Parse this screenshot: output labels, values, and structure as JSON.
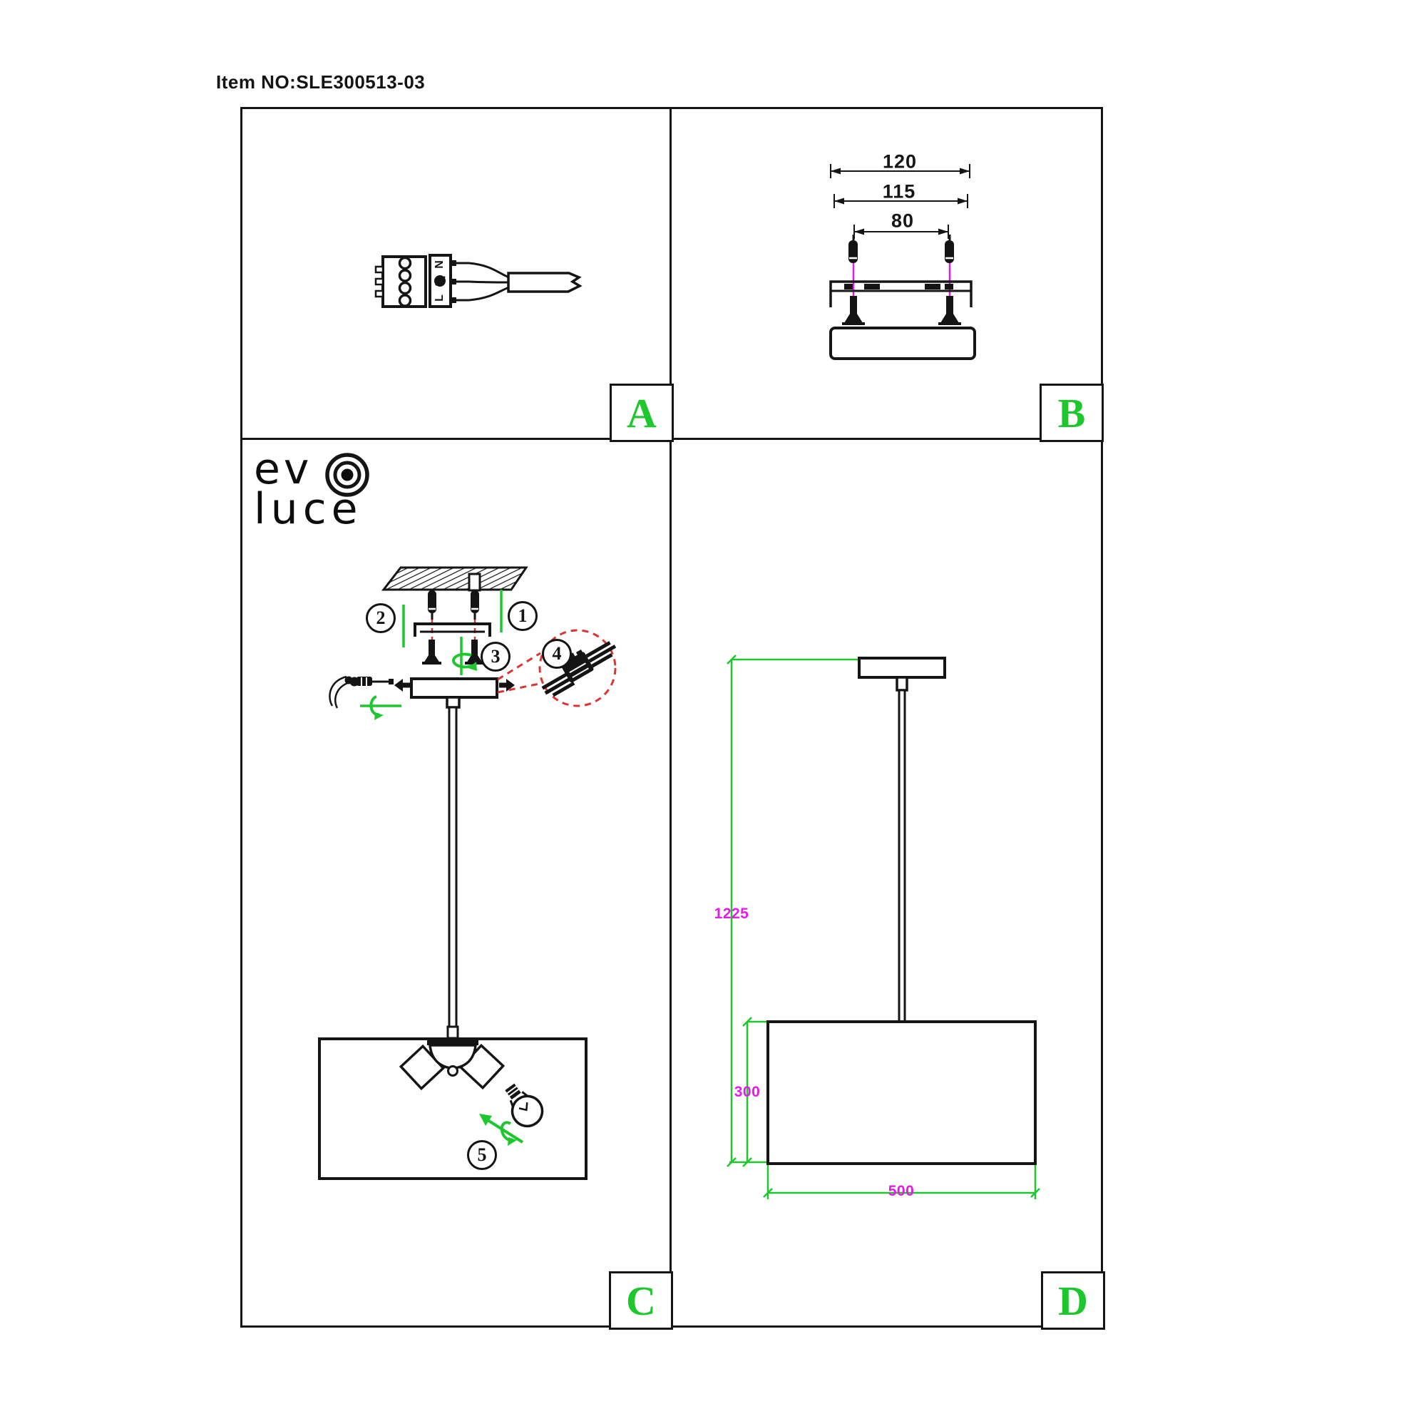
{
  "item_label": "Item NO:SLE300513-03",
  "logo": {
    "line1": "ev",
    "line2": "luce"
  },
  "panels": {
    "a": "A",
    "b": "B",
    "c": "C",
    "d": "D"
  },
  "terminal": {
    "neutral": "N",
    "live": "L"
  },
  "dims_bracket": {
    "outer": "120",
    "middle": "115",
    "screws": "80"
  },
  "dims_pendant": {
    "total_height": "1225",
    "shade_height": "300",
    "shade_width": "500"
  },
  "steps": {
    "s1": "1",
    "s2": "2",
    "s3": "3",
    "s4": "4",
    "s5": "5"
  },
  "colors": {
    "accent_green": "#1EC72E",
    "dim_magenta": "#E51BE5",
    "guide_red": "#DB3434",
    "ink": "#151515"
  }
}
